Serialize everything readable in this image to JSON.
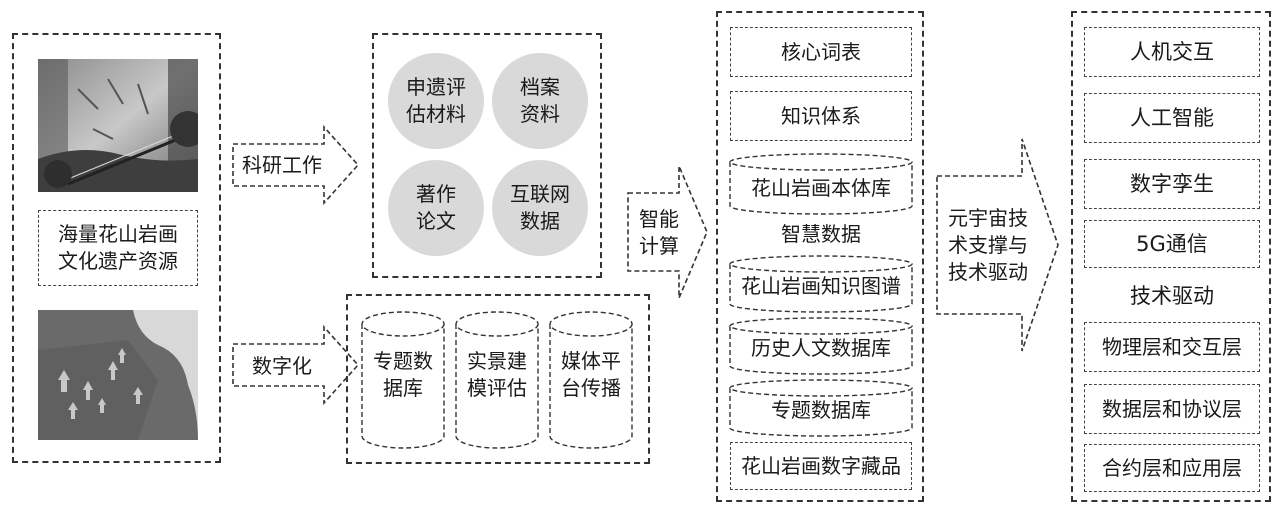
{
  "col1": {
    "caption": "海量花山岩画\n文化遗产资源",
    "photo_top": "cliff-photo",
    "photo_bottom": "rock-painting-photo"
  },
  "arrows": {
    "research": "科研工作",
    "digitize": "数字化",
    "compute": "智能\n计算",
    "metaverse": "元宇宙技\n术支撑与\n技术驱动"
  },
  "research_box": {
    "items": [
      "申遗评\n估材料",
      "档案\n资料",
      "著作\n论文",
      "互联网\n数据"
    ]
  },
  "digital_box": {
    "items": [
      "专题数\n据库",
      "实景建\n模评估",
      "媒体平\n台传播"
    ]
  },
  "smart_data": {
    "label": "智慧数据",
    "top_items": [
      "核心词表",
      "知识体系"
    ],
    "cylinders": [
      "花山岩画本体库",
      "花山岩画知识图谱",
      "历史人文数据库",
      "专题数据库"
    ],
    "bottom_item": "花山岩画数字藏品"
  },
  "tech_drive": {
    "label": "技术驱动",
    "top_items": [
      "人机交互",
      "人工智能",
      "数字孪生",
      "5G通信"
    ],
    "bottom_items": [
      "物理层和交互层",
      "数据层和协议层",
      "合约层和应用层"
    ]
  }
}
